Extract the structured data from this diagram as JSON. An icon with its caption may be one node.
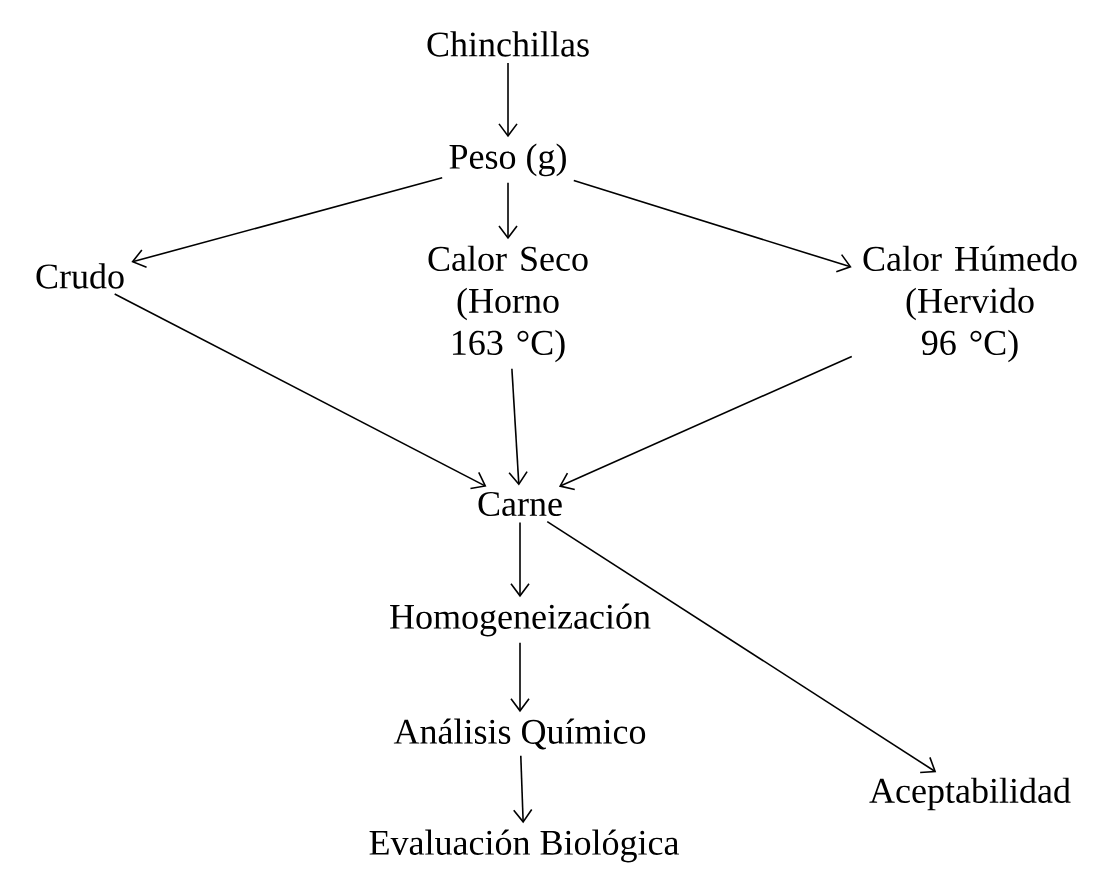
{
  "diagram": {
    "nodes": [
      {
        "text": [
          "Chinchillas"
        ]
      },
      {
        "text": [
          "Peso (g)"
        ]
      },
      {
        "text": [
          "Crudo"
        ]
      },
      {
        "text": [
          "Calor Seco (Horno 163 °C)"
        ]
      },
      {
        "text": [
          "Calor Húmedo (Hervido 96 °C)"
        ]
      },
      {
        "text": [
          "Carne"
        ]
      },
      {
        "text": [
          "Homogeneización"
        ]
      },
      {
        "text": [
          "Análisis Químico"
        ]
      },
      {
        "text": [
          "Aceptabilidad"
        ]
      },
      {
        "text": [
          "Evaluación Biológica"
        ]
      }
    ],
    "edges": [
      {
        "from": 0,
        "to": 1,
        "arrow": "to"
      },
      {
        "from": 1,
        "to": 2,
        "arrow": "to"
      },
      {
        "from": 1,
        "to": 3,
        "arrow": "to"
      },
      {
        "from": 1,
        "to": 4,
        "arrow": "to"
      },
      {
        "from": 2,
        "to": 5,
        "arrow": "to"
      },
      {
        "from": 3,
        "to": 5,
        "arrow": "to"
      },
      {
        "from": 4,
        "to": 5,
        "arrow": "to"
      },
      {
        "from": 5,
        "to": 6,
        "arrow": "to"
      },
      {
        "from": 6,
        "to": 7,
        "arrow": "to"
      },
      {
        "from": 5,
        "to": 8,
        "arrow": "to"
      },
      {
        "from": 7,
        "to": 9,
        "arrow": "to"
      }
    ]
  }
}
